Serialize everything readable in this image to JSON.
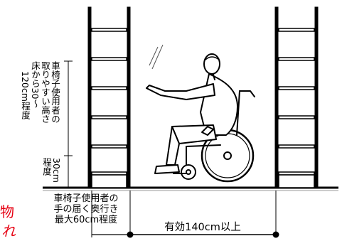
{
  "labels": {
    "comfortable_height_col1": "車椅子使用者の",
    "comfortable_height_col2": "取りやすい高さ",
    "comfortable_height_col3": "床から30〜",
    "comfortable_height_col4": "120cm程度",
    "bottom_height_col1": "30cm",
    "bottom_height_col2": "程度",
    "reach_line1": "車椅子使用者の",
    "reach_line2": "手の届く奥行き",
    "reach_line3": "最大60cm程度",
    "clear_width": "有効140cm以上",
    "red_text_1": "物",
    "red_text_2": "れ"
  },
  "colors": {
    "ink": "#000000",
    "accent_red": "#e60012",
    "floor_hatch": "#bbbbbb",
    "background": "#ffffff"
  }
}
